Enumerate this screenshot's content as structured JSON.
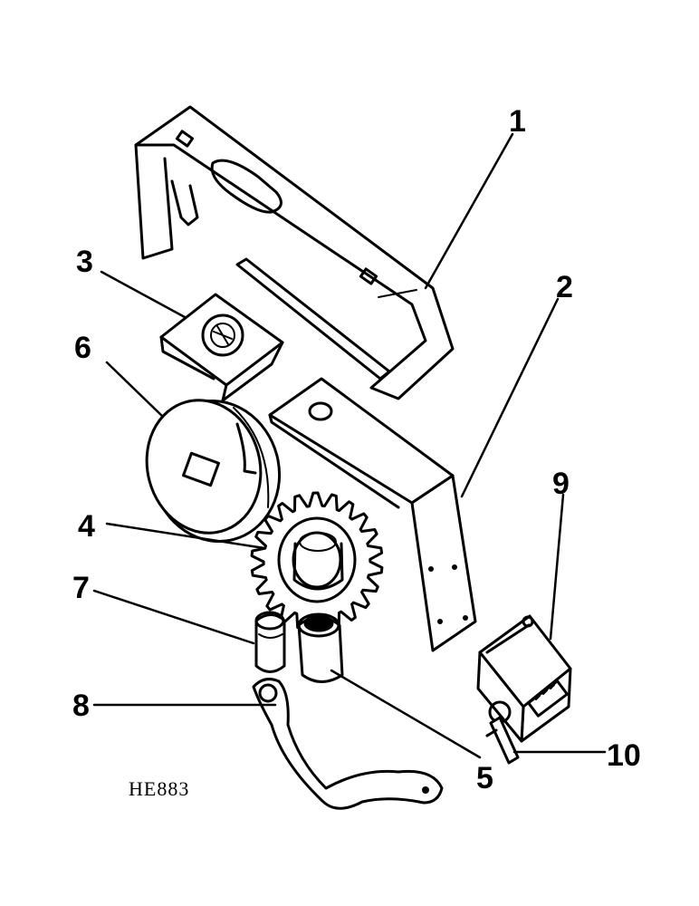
{
  "diagram": {
    "labels": {
      "p1": "1",
      "p2": "2",
      "p3": "3",
      "p4": "4",
      "p5": "5",
      "p6": "6",
      "p7": "7",
      "p8": "8",
      "p9": "9",
      "p10": "10"
    },
    "figure_code": "HE883"
  }
}
